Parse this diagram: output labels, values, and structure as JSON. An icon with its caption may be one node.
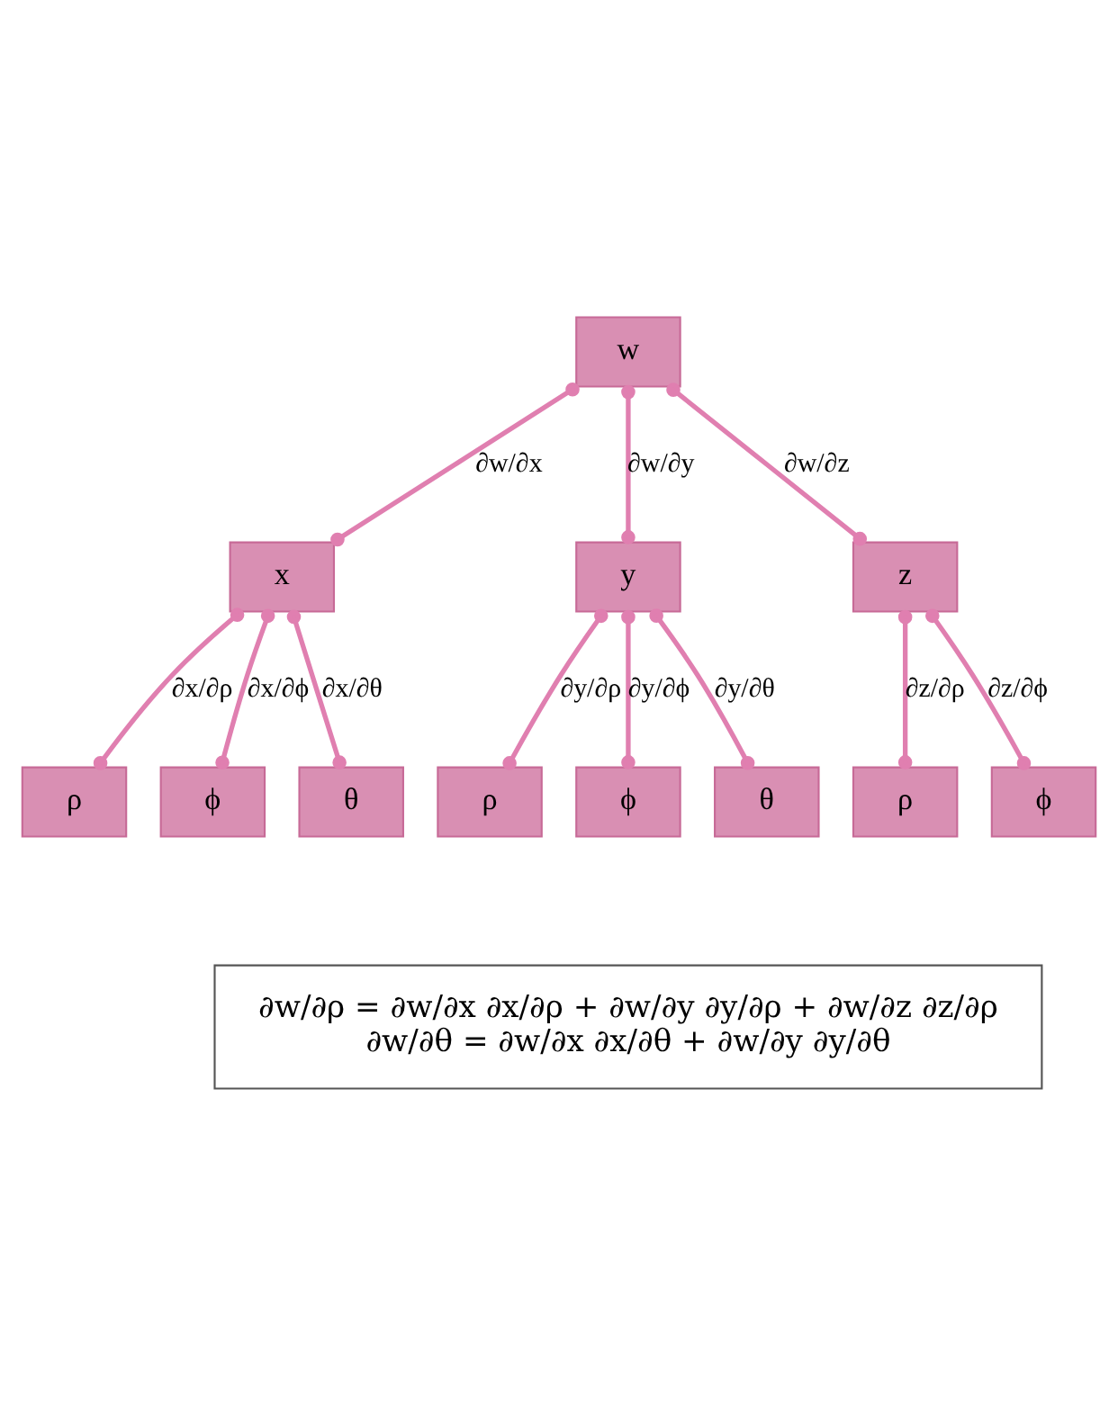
{
  "diagram": {
    "nodes": [
      {
        "text": [
          "w"
        ]
      },
      {
        "text": [
          "x"
        ]
      },
      {
        "text": [
          "y"
        ]
      },
      {
        "text": [
          "z"
        ]
      },
      {
        "text": [
          "ρ"
        ]
      },
      {
        "text": [
          "ϕ"
        ]
      },
      {
        "text": [
          "θ"
        ]
      },
      {
        "text": [
          "ρ"
        ]
      },
      {
        "text": [
          "ϕ"
        ]
      },
      {
        "text": [
          "θ"
        ]
      },
      {
        "text": [
          "ρ"
        ]
      },
      {
        "text": [
          "ϕ"
        ]
      },
      {
        "text": [
          "∂w/∂ρ = ∂w/∂x ∂x/∂ρ + ∂w/∂y ∂y/∂ρ + ∂w/∂z ∂z/∂ρ",
          "∂w/∂θ = ∂w/∂x ∂x/∂θ + ∂w/∂y ∂y/∂θ"
        ]
      }
    ],
    "edges": [
      {
        "from": 0,
        "to": 1,
        "arrow": "other",
        "label": "∂w/∂x"
      },
      {
        "from": 0,
        "to": 2,
        "arrow": "other",
        "label": "∂w/∂y"
      },
      {
        "from": 0,
        "to": 3,
        "arrow": "other",
        "label": "∂w/∂z"
      },
      {
        "from": 1,
        "to": 4,
        "arrow": "other",
        "label": "∂x/∂ρ"
      },
      {
        "from": 1,
        "to": 5,
        "arrow": "other",
        "label": "∂x/∂ϕ"
      },
      {
        "from": 1,
        "to": 6,
        "arrow": "other",
        "label": "∂x/∂θ"
      },
      {
        "from": 2,
        "to": 7,
        "arrow": "other",
        "label": "∂y/∂ρ"
      },
      {
        "from": 2,
        "to": 8,
        "arrow": "other",
        "label": "∂y/∂ϕ"
      },
      {
        "from": 2,
        "to": 9,
        "arrow": "other",
        "label": "∂y/∂θ"
      },
      {
        "from": 3,
        "to": 10,
        "arrow": "other",
        "label": "∂z/∂ρ"
      },
      {
        "from": 3,
        "to": 11,
        "arrow": "other",
        "label": "∂z/∂ϕ"
      }
    ]
  }
}
